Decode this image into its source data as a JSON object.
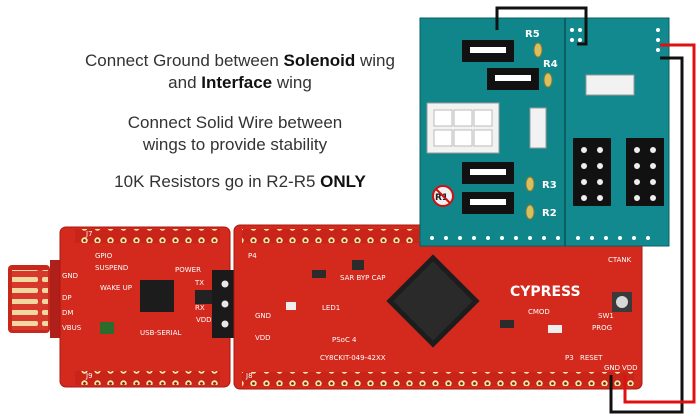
{
  "instructions": {
    "line1": {
      "pre": "Connect Ground between ",
      "bold": "Solenoid",
      "post": " wing"
    },
    "line2": {
      "pre": "and ",
      "bold": "Interface",
      "post": " wing"
    },
    "line3": "Connect Solid Wire between",
    "line4": "wings to provide stability",
    "line5": {
      "pre": "10K Resistors go in R2-R5 ",
      "bold": "ONLY"
    }
  },
  "wing": {
    "resistor_labels": {
      "r5": "R5",
      "r4": "R4",
      "r3": "R3",
      "r2": "R2",
      "r1": "R1"
    },
    "color": "#10858a"
  },
  "board": {
    "brand": "CYPRESS",
    "model": "CY8CKIT-049-42XX",
    "chip_label": "PSoC 4",
    "usb_label": "USB-SERIAL",
    "labels": {
      "gnd": "GND",
      "dp": "DP",
      "dm": "DM",
      "vbus": "VBUS",
      "gpio": "GPIO",
      "suspend": "SUSPEND",
      "wakeup": "WAKE UP",
      "power": "POWER",
      "tx": "TX",
      "rx": "RX",
      "vdd": "VDD",
      "prog": "PROG",
      "reset": "RESET",
      "cmod": "CMOD",
      "ctank": "CTANK",
      "sar_bypcap": "SAR BYP CAP",
      "led1": "LED1",
      "j4_vdd": "VDD",
      "p4": "P4",
      "p3": "P3",
      "sw1": "SW1",
      "j7": "J7",
      "j9": "J9",
      "j6": "J6",
      "j8": "J8"
    },
    "color": "#d42a1e"
  },
  "wires": {
    "ground": "#111111",
    "power": "#e01010"
  }
}
